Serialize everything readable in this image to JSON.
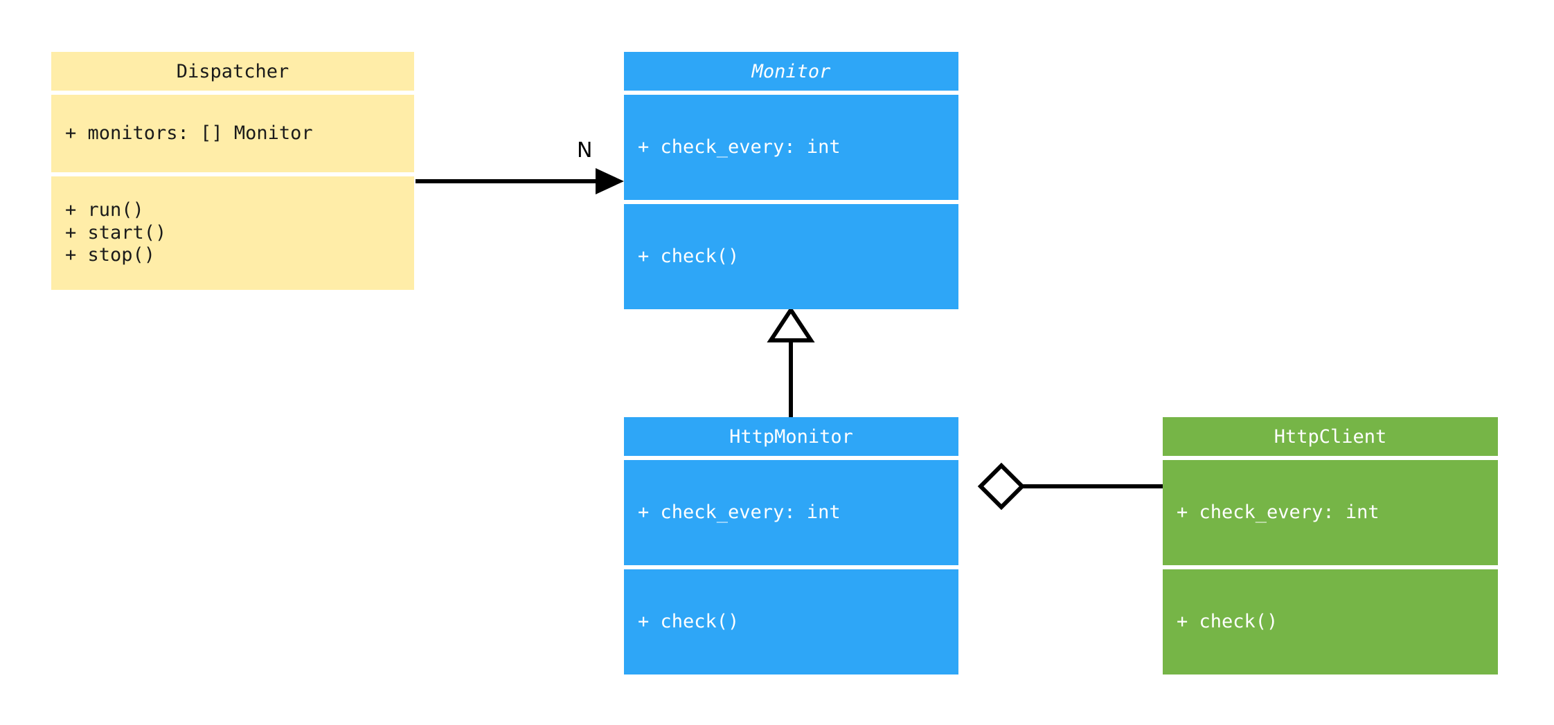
{
  "diagram": {
    "type": "uml-class-diagram",
    "background": "#ffffff",
    "palette": {
      "yellow": "#ffeda8",
      "blue": "#2ea6f7",
      "green": "#76b547",
      "line": "#000000",
      "separator": "#ffffff"
    }
  },
  "classes": [
    {
      "id": "dispatcher",
      "name": "Dispatcher",
      "abstract": false,
      "color": "#ffeda8",
      "attributes": [
        "+ monitors: [] Monitor"
      ],
      "methods": [
        "+ run()",
        "+ start()",
        "+ stop()"
      ]
    },
    {
      "id": "monitor",
      "name": "Monitor",
      "abstract": true,
      "color": "#2ea6f7",
      "attributes": [
        "+ check_every: int"
      ],
      "methods": [
        "+ check()"
      ]
    },
    {
      "id": "http_monitor",
      "name": "HttpMonitor",
      "abstract": false,
      "color": "#2ea6f7",
      "attributes": [
        "+ check_every: int"
      ],
      "methods": [
        "+ check()"
      ]
    },
    {
      "id": "http_client",
      "name": "HttpClient",
      "abstract": false,
      "color": "#76b547",
      "attributes": [
        "+ check_every: int"
      ],
      "methods": [
        "+ check()"
      ]
    }
  ],
  "relations": [
    {
      "id": "dispatcher-monitor",
      "from": "dispatcher",
      "to": "monitor",
      "kind": "association",
      "arrow": "filled-arrow",
      "label": "N"
    },
    {
      "id": "httpmonitor-monitor",
      "from": "http_monitor",
      "to": "monitor",
      "kind": "generalization",
      "arrow": "hollow-triangle",
      "label": ""
    },
    {
      "id": "httpmonitor-httpclient",
      "from": "http_monitor",
      "to": "http_client",
      "kind": "aggregation",
      "arrow": "hollow-diamond",
      "label": ""
    }
  ]
}
